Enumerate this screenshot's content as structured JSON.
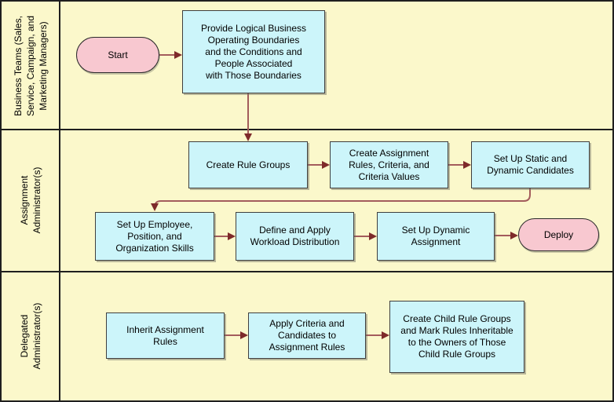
{
  "diagram": {
    "type": "swimlane-flowchart",
    "colors": {
      "lane_background": "#FBF8CB",
      "process_fill": "#CCF5FA",
      "terminator_fill": "#F8C8D0",
      "connector_line": "#A35C5C",
      "arrowhead": "#7E2A2A",
      "node_border": "#3F3F3F",
      "frame_border": "#1F1F1F",
      "text": "#000000"
    }
  },
  "lanes": [
    {
      "label": "Business Teams (Sales,\nService, Campaign, and\nMarketing Managers)"
    },
    {
      "label": "Assignment\nAdministrator(s)"
    },
    {
      "label": "Delegated\nAdministrator(s)"
    }
  ],
  "nodes": [
    {
      "id": "start",
      "type": "terminator",
      "lane": 0,
      "label": "Start"
    },
    {
      "id": "provide-boundaries",
      "type": "process",
      "lane": 0,
      "label": "Provide Logical Business\nOperating Boundaries\nand the Conditions and\nPeople Associated\nwith Those Boundaries"
    },
    {
      "id": "create-rule-groups",
      "type": "process",
      "lane": 1,
      "label": "Create Rule Groups"
    },
    {
      "id": "create-assignment-rules",
      "type": "process",
      "lane": 1,
      "label": "Create Assignment\nRules, Criteria, and\nCriteria Values"
    },
    {
      "id": "setup-static-dynamic-candidates",
      "type": "process",
      "lane": 1,
      "label": "Set Up Static and\nDynamic Candidates"
    },
    {
      "id": "setup-employee-skills",
      "type": "process",
      "lane": 1,
      "label": "Set Up Employee,\nPosition, and\nOrganization Skills"
    },
    {
      "id": "define-workload-distribution",
      "type": "process",
      "lane": 1,
      "label": "Define and Apply\nWorkload Distribution"
    },
    {
      "id": "setup-dynamic-assignment",
      "type": "process",
      "lane": 1,
      "label": "Set Up Dynamic\nAssignment"
    },
    {
      "id": "deploy",
      "type": "terminator",
      "lane": 1,
      "label": "Deploy"
    },
    {
      "id": "inherit-assignment-rules",
      "type": "process",
      "lane": 2,
      "label": "Inherit Assignment\nRules"
    },
    {
      "id": "apply-criteria-candidates",
      "type": "process",
      "lane": 2,
      "label": "Apply Criteria and\nCandidates to\nAssignment Rules"
    },
    {
      "id": "create-child-rule-groups",
      "type": "process",
      "lane": 2,
      "label": "Create Child Rule Groups\nand Mark Rules Inheritable\nto the Owners of Those\nChild Rule Groups"
    }
  ],
  "connectors": [
    {
      "from": "start",
      "to": "provide-boundaries"
    },
    {
      "from": "provide-boundaries",
      "to": "create-rule-groups"
    },
    {
      "from": "create-rule-groups",
      "to": "create-assignment-rules"
    },
    {
      "from": "create-assignment-rules",
      "to": "setup-static-dynamic-candidates"
    },
    {
      "from": "setup-static-dynamic-candidates",
      "to": "setup-employee-skills"
    },
    {
      "from": "setup-employee-skills",
      "to": "define-workload-distribution"
    },
    {
      "from": "define-workload-distribution",
      "to": "setup-dynamic-assignment"
    },
    {
      "from": "setup-dynamic-assignment",
      "to": "deploy"
    },
    {
      "from": "inherit-assignment-rules",
      "to": "apply-criteria-candidates"
    },
    {
      "from": "apply-criteria-candidates",
      "to": "create-child-rule-groups"
    }
  ]
}
